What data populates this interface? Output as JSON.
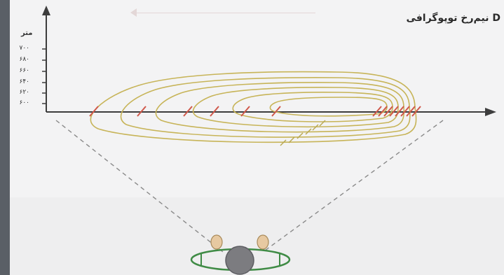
{
  "title": "نیم‌رخ توپوگرافی D",
  "y_axis": {
    "unit": "متر",
    "ticks": [
      "۷۰۰",
      "۶۸۰",
      "۶۶۰",
      "۶۴۰",
      "۶۲۰",
      "۶۰۰"
    ]
  },
  "contour_color": "#c7b458",
  "crossing_mark_color": "#d0584a",
  "sight_line_color": "#8a8a8a"
}
